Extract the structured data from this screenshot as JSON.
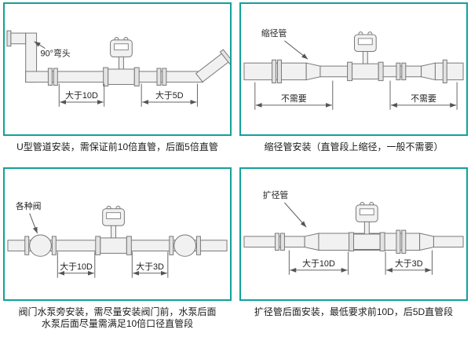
{
  "page": {
    "background": "#ffffff",
    "border_color": "#12a19a"
  },
  "panels": [
    {
      "name": "u-pipe-installation",
      "caption": "U型管道安装，需保证前10倍直管，后面5倍直管",
      "label": "90°弯头",
      "dim1": "大于10D",
      "dim2": "大于5D"
    },
    {
      "name": "reducer-installation",
      "caption": "缩径管安装（直管段上缩径，一般不需要）",
      "label": "缩径管",
      "dim1": "不需要",
      "dim2": "不需要"
    },
    {
      "name": "valve-pump-installation",
      "caption": "阀门水泵旁安装，需尽量安装阀门前，水泵后面",
      "caption2": "水泵后面尽量需满足10倍口径直管段",
      "label": "各种阀",
      "dim1": "大于10D",
      "dim2": "大于3D"
    },
    {
      "name": "expander-installation",
      "caption": "扩径管后面安装，最低要求前10D，后5D直管段",
      "label": "扩径管",
      "dim1": "大于10D",
      "dim2": "大于3D"
    }
  ]
}
